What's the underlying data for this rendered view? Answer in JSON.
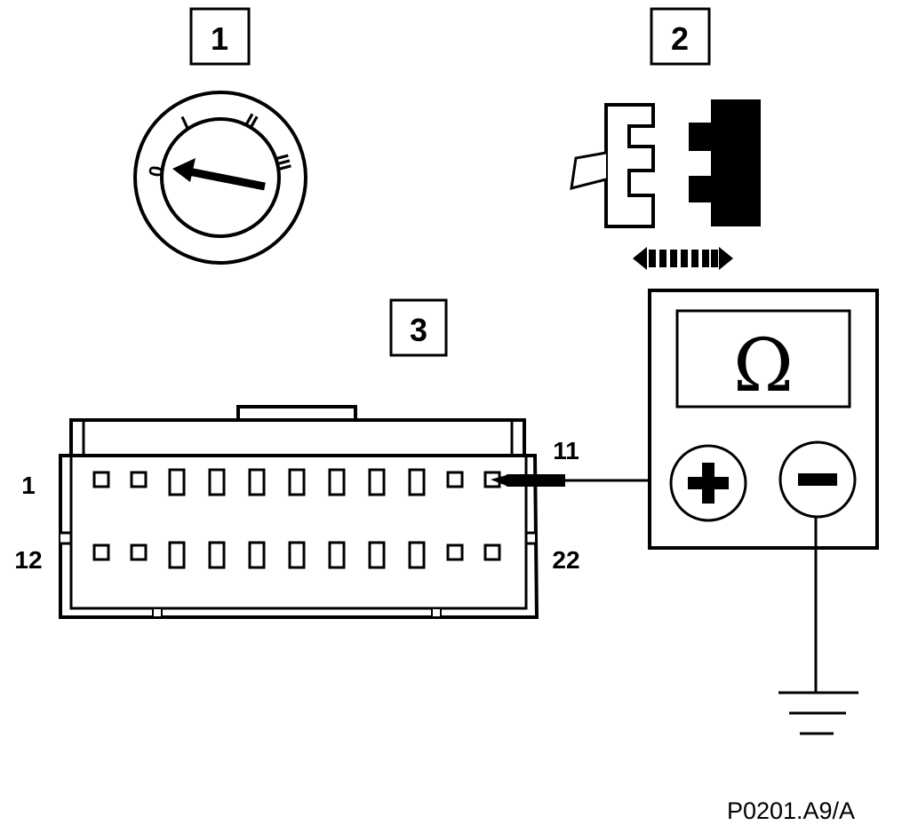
{
  "steps": [
    {
      "id": "step-1",
      "label": "1"
    },
    {
      "id": "step-2",
      "label": "2"
    },
    {
      "id": "step-3",
      "label": "3"
    }
  ],
  "ignition_switch": {
    "positions": [
      "0",
      "I",
      "II",
      "III"
    ],
    "selected": "0"
  },
  "connector": {
    "pin_labels": {
      "top_left": "1",
      "top_right": "11",
      "bottom_left": "12",
      "bottom_right": "22"
    },
    "probed_pin": "11"
  },
  "ohmmeter": {
    "display_symbol": "Ω",
    "positive_terminal": "+",
    "negative_terminal": "−",
    "negative_to": "ground"
  },
  "reference_code": "P0201.A9/A",
  "colors": {
    "ink": "#000000",
    "paper": "#ffffff"
  }
}
